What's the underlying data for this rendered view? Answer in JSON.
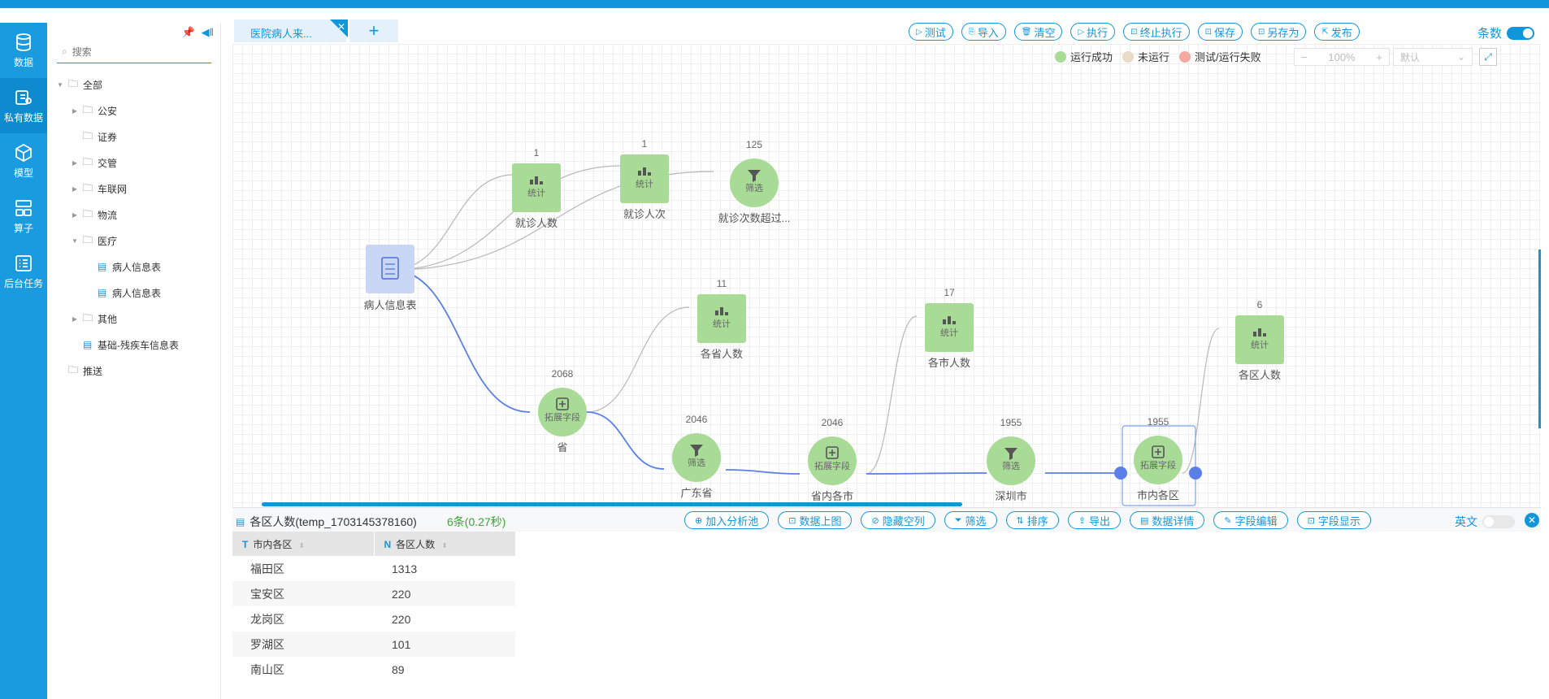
{
  "rail": [
    {
      "icon": "database-icon",
      "label": "数据",
      "active": false
    },
    {
      "icon": "private-data-icon",
      "label": "私有数据",
      "active": true
    },
    {
      "icon": "model-icon",
      "label": "模型",
      "active": false
    },
    {
      "icon": "operator-icon",
      "label": "算子",
      "active": false
    },
    {
      "icon": "task-list-icon",
      "label": "后台任务",
      "active": false
    }
  ],
  "tree": {
    "search_placeholder": "搜索",
    "items": [
      {
        "label": "全部",
        "indent": 0,
        "caret": "▼",
        "type": "folder"
      },
      {
        "label": "公安",
        "indent": 1,
        "caret": "▶",
        "type": "folder"
      },
      {
        "label": "证券",
        "indent": 1,
        "caret": "",
        "type": "folder"
      },
      {
        "label": "交管",
        "indent": 1,
        "caret": "▶",
        "type": "folder"
      },
      {
        "label": "车联网",
        "indent": 1,
        "caret": "▶",
        "type": "folder"
      },
      {
        "label": "物流",
        "indent": 1,
        "caret": "▶",
        "type": "folder"
      },
      {
        "label": "医疗",
        "indent": 1,
        "caret": "▼",
        "type": "folder"
      },
      {
        "label": "病人信息表",
        "indent": 2,
        "caret": "",
        "type": "file"
      },
      {
        "label": "病人信息表",
        "indent": 2,
        "caret": "",
        "type": "file"
      },
      {
        "label": "其他",
        "indent": 1,
        "caret": "▶",
        "type": "folder"
      },
      {
        "label": "基础-残疾车信息表",
        "indent": 1,
        "caret": "",
        "type": "file"
      },
      {
        "label": "推送",
        "indent": 0,
        "caret": "",
        "type": "folder"
      }
    ]
  },
  "tab": {
    "label": "医院病人来...",
    "close": "✕",
    "add": "+"
  },
  "toolbar": {
    "buttons": [
      "测试",
      "导入",
      "清空",
      "执行",
      "终止执行",
      "保存",
      "另存为",
      "发布"
    ],
    "count_label": "条数"
  },
  "legend": [
    {
      "label": "运行成功",
      "color": "#a8dc96"
    },
    {
      "label": "未运行",
      "color": "#e8dcc8"
    },
    {
      "label": "测试/运行失败",
      "color": "#f5a8a0"
    }
  ],
  "zoom": {
    "minus": "−",
    "value": "100%",
    "plus": "+"
  },
  "layout_select": {
    "value": "默认",
    "arrow": "⌄"
  },
  "fit_icon": "⤢",
  "flow": {
    "source": {
      "label": "病人信息表"
    },
    "nodes": [
      {
        "id": "n1",
        "kind": "stat",
        "text": "统计",
        "label": "就诊人数",
        "count": "1"
      },
      {
        "id": "n2",
        "kind": "stat",
        "text": "统计",
        "label": "就诊人次",
        "count": "1"
      },
      {
        "id": "n3",
        "kind": "filter",
        "text": "筛选",
        "label": "就诊次数超过...",
        "count": "125"
      },
      {
        "id": "n4",
        "kind": "stat",
        "text": "统计",
        "label": "各省人数",
        "count": "11"
      },
      {
        "id": "n5",
        "kind": "expand",
        "text": "拓展字段",
        "label": "省",
        "count": "2068"
      },
      {
        "id": "n6",
        "kind": "filter",
        "text": "筛选",
        "label": "广东省",
        "count": "2046"
      },
      {
        "id": "n7",
        "kind": "expand",
        "text": "拓展字段",
        "label": "省内各市",
        "count": "2046"
      },
      {
        "id": "n8",
        "kind": "stat",
        "text": "统计",
        "label": "各市人数",
        "count": "17"
      },
      {
        "id": "n9",
        "kind": "filter",
        "text": "筛选",
        "label": "深圳市",
        "count": "1955"
      },
      {
        "id": "n10",
        "kind": "expand",
        "text": "拓展字段",
        "label": "市内各区",
        "count": "1955"
      },
      {
        "id": "n11",
        "kind": "stat",
        "text": "统计",
        "label": "各区人数",
        "count": "6"
      }
    ]
  },
  "result": {
    "title": "各区人数(temp_1703145378160)",
    "count": "6条(0.27秒)",
    "buttons": [
      "加入分析池",
      "数据上图",
      "隐藏空列",
      "筛选",
      "排序",
      "导出",
      "数据详情",
      "字段编辑",
      "字段显示"
    ],
    "lang_label": "英文",
    "close": "✕",
    "columns": [
      {
        "type": "T",
        "name": "市内各区"
      },
      {
        "type": "N",
        "name": "各区人数"
      }
    ],
    "rows": [
      [
        "福田区",
        "1313"
      ],
      [
        "宝安区",
        "220"
      ],
      [
        "龙岗区",
        "220"
      ],
      [
        "罗湖区",
        "101"
      ],
      [
        "南山区",
        "89"
      ]
    ]
  }
}
